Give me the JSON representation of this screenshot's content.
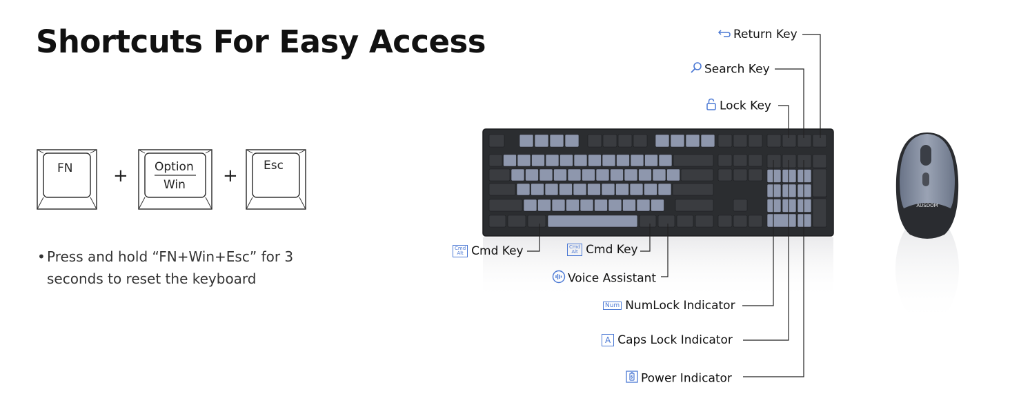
{
  "title": "Shortcuts For Easy Access",
  "keys": {
    "fn": "FN",
    "option": "Option",
    "win": "Win",
    "esc": "Esc",
    "plus": "+"
  },
  "instruction": {
    "bullet": "•",
    "line1": "Press and hold “FN+Win+Esc” for 3",
    "line2": "seconds to reset the keyboard"
  },
  "callouts": {
    "return_key": "Return Key",
    "search_key": "Search Key",
    "lock_key": "Lock Key",
    "cmd_key_left": "Cmd Key",
    "cmd_key_right": "Cmd Key",
    "voice_assistant": "Voice Assistant",
    "numlock_indicator": "NumLock Indicator",
    "caps_lock_indicator": "Caps Lock Indicator",
    "power_indicator": "Power Indicator",
    "num_badge": "Num",
    "caps_badge": "A",
    "cmd_badge_top": "Cmd",
    "cmd_badge_bottom": "Alt"
  },
  "mouse": {
    "brand": "AUSDOM"
  },
  "colors": {
    "accent": "#4a78d4",
    "keyboard_body": "#2b2d30",
    "dark_key": "#3a3c40",
    "light_key": "#8e97ad"
  },
  "icons": [
    "return-icon",
    "search-icon",
    "lock-icon",
    "voice-icon",
    "cmd-alt-icon",
    "num-icon",
    "caps-icon",
    "power-icon"
  ]
}
